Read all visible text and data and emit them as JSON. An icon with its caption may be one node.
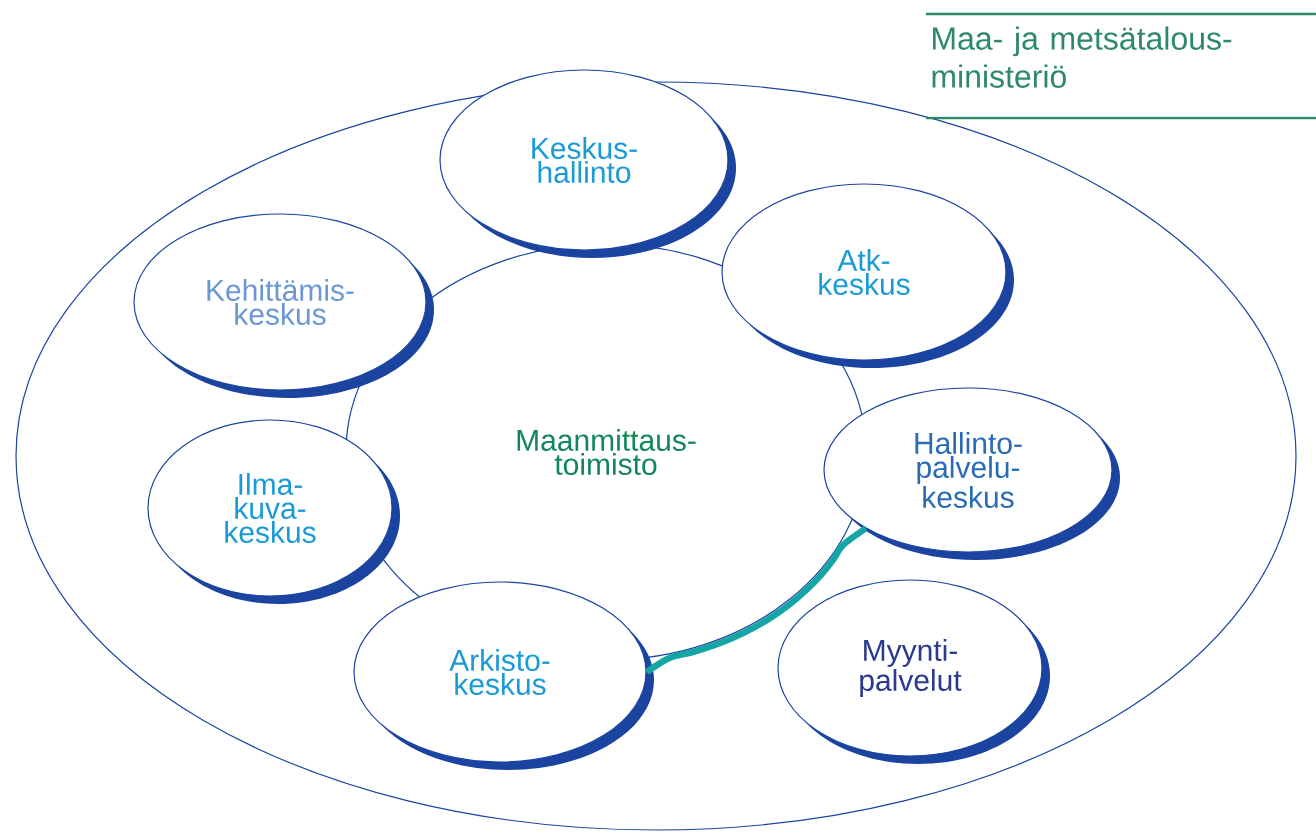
{
  "diagram": {
    "nodes": [
      {
        "text": [],
        "shape": "ellipse"
      },
      {
        "text": [
          "Keskus- hallinto"
        ]
      },
      {
        "text": [
          "Kehittämis- keskus"
        ],
        "in": 0
      },
      {
        "text": [
          "Atk- keskus"
        ],
        "in": 0
      },
      {
        "text": [
          "Maanmittaus- toimisto"
        ],
        "in": 0
      },
      {
        "text": [
          "Hallinto- palvelu- keskus"
        ],
        "in": 0
      },
      {
        "text": [
          "Ilma- kuva- keskus"
        ],
        "in": 0
      },
      {
        "text": [
          "Arkisto- keskus"
        ],
        "in": 0
      },
      {
        "text": [
          "Myynti- palvelut"
        ],
        "in": 0
      }
    ],
    "edges": [
      {
        "from": 5,
        "to": 7,
        "arrow": "none",
        "color": "#14a5a5"
      }
    ],
    "labels": [
      "Maa- ja metsätalous- ministeriö"
    ]
  }
}
